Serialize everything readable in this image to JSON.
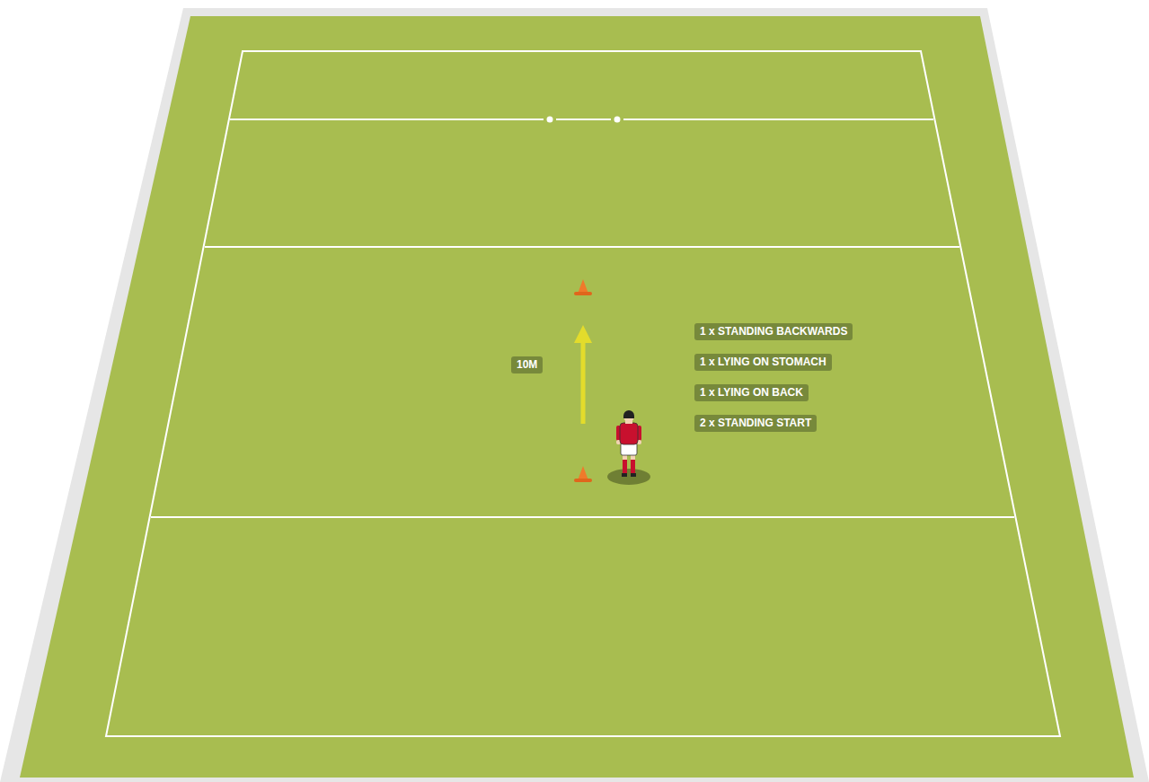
{
  "diagram": {
    "nodes": [
      {
        "text": [
          "1 x STANDING BACKWARDS"
        ]
      },
      {
        "text": [
          "10M"
        ]
      },
      {
        "text": [
          "1 x LYING ON STOMACH"
        ]
      },
      {
        "text": [
          "1 x LYING ON BACK"
        ]
      },
      {
        "text": [
          "2 x STANDING START"
        ]
      }
    ]
  }
}
